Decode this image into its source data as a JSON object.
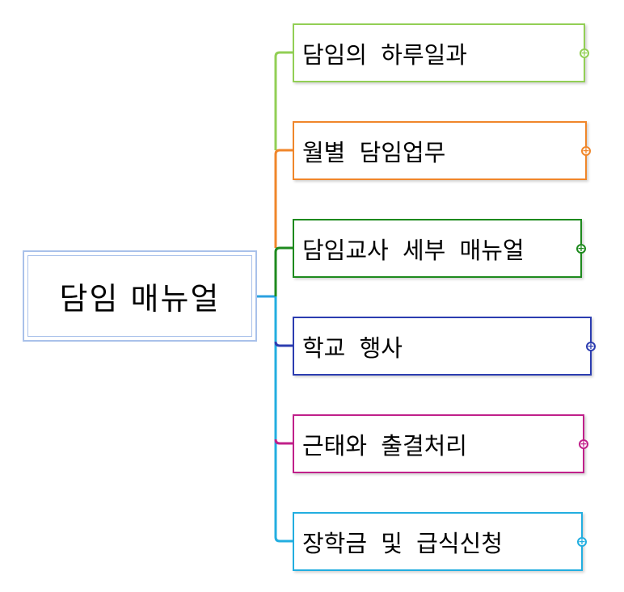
{
  "root": {
    "label": "담임 매뉴얼",
    "color": "#a9c1ea",
    "line_color": "#2aa0e0"
  },
  "children": [
    {
      "label": "담임의 하루일과",
      "color": "#92cf55",
      "expand_icon": "plus-circle-icon"
    },
    {
      "label": "월별 담임업무",
      "color": "#f0862a",
      "expand_icon": "plus-circle-icon"
    },
    {
      "label": "담임교사 세부 매뉴얼",
      "color": "#1e8a1e",
      "expand_icon": "plus-circle-icon"
    },
    {
      "label": "학교 행사",
      "color": "#2c3db0",
      "expand_icon": "plus-circle-icon"
    },
    {
      "label": "근태와 출결처리",
      "color": "#c0208a",
      "expand_icon": "plus-circle-icon"
    },
    {
      "label": "장학금 및 급식신청",
      "color": "#22aee0",
      "expand_icon": "plus-circle-icon"
    }
  ]
}
